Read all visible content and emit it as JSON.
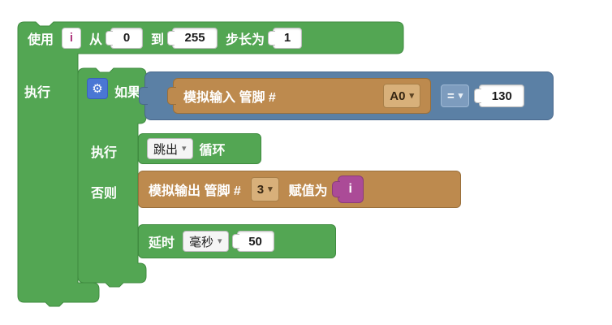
{
  "icons": {
    "gear": "⚙",
    "dropdown_arrow": "▾"
  },
  "colors": {
    "green": "#53a653",
    "green-border": "#3f8b3f",
    "blue": "#5b80a5",
    "blue-border": "#49688c",
    "tan": "#bd8a4e",
    "tan-border": "#996f3b",
    "tan-light": "#d8b07a",
    "magenta": "#ab4b97",
    "magenta-border": "#8a3c7a",
    "gear-blue": "#4a77d4"
  },
  "loop_block": {
    "use_label": "使用",
    "var_name": "i",
    "from_label": "从",
    "from_value": "0",
    "to_label": "到",
    "to_value": "255",
    "step_label": "步长为",
    "step_value": "1",
    "do_label": "执行"
  },
  "if_block": {
    "if_label": "如果",
    "do_label": "执行",
    "else_label": "否则"
  },
  "condition_block": {
    "analog_label": "模拟输入 管脚 #",
    "pin": "A0",
    "operator": "=",
    "compare_value": "130"
  },
  "break_block": {
    "action": "跳出",
    "loop_label": "循环"
  },
  "analog_write_block": {
    "label": "模拟输出 管脚 #",
    "pin": "3",
    "assign_label": "赋值为",
    "value_var": "i"
  },
  "delay_block": {
    "label": "延时",
    "unit": "毫秒",
    "value": "50"
  }
}
